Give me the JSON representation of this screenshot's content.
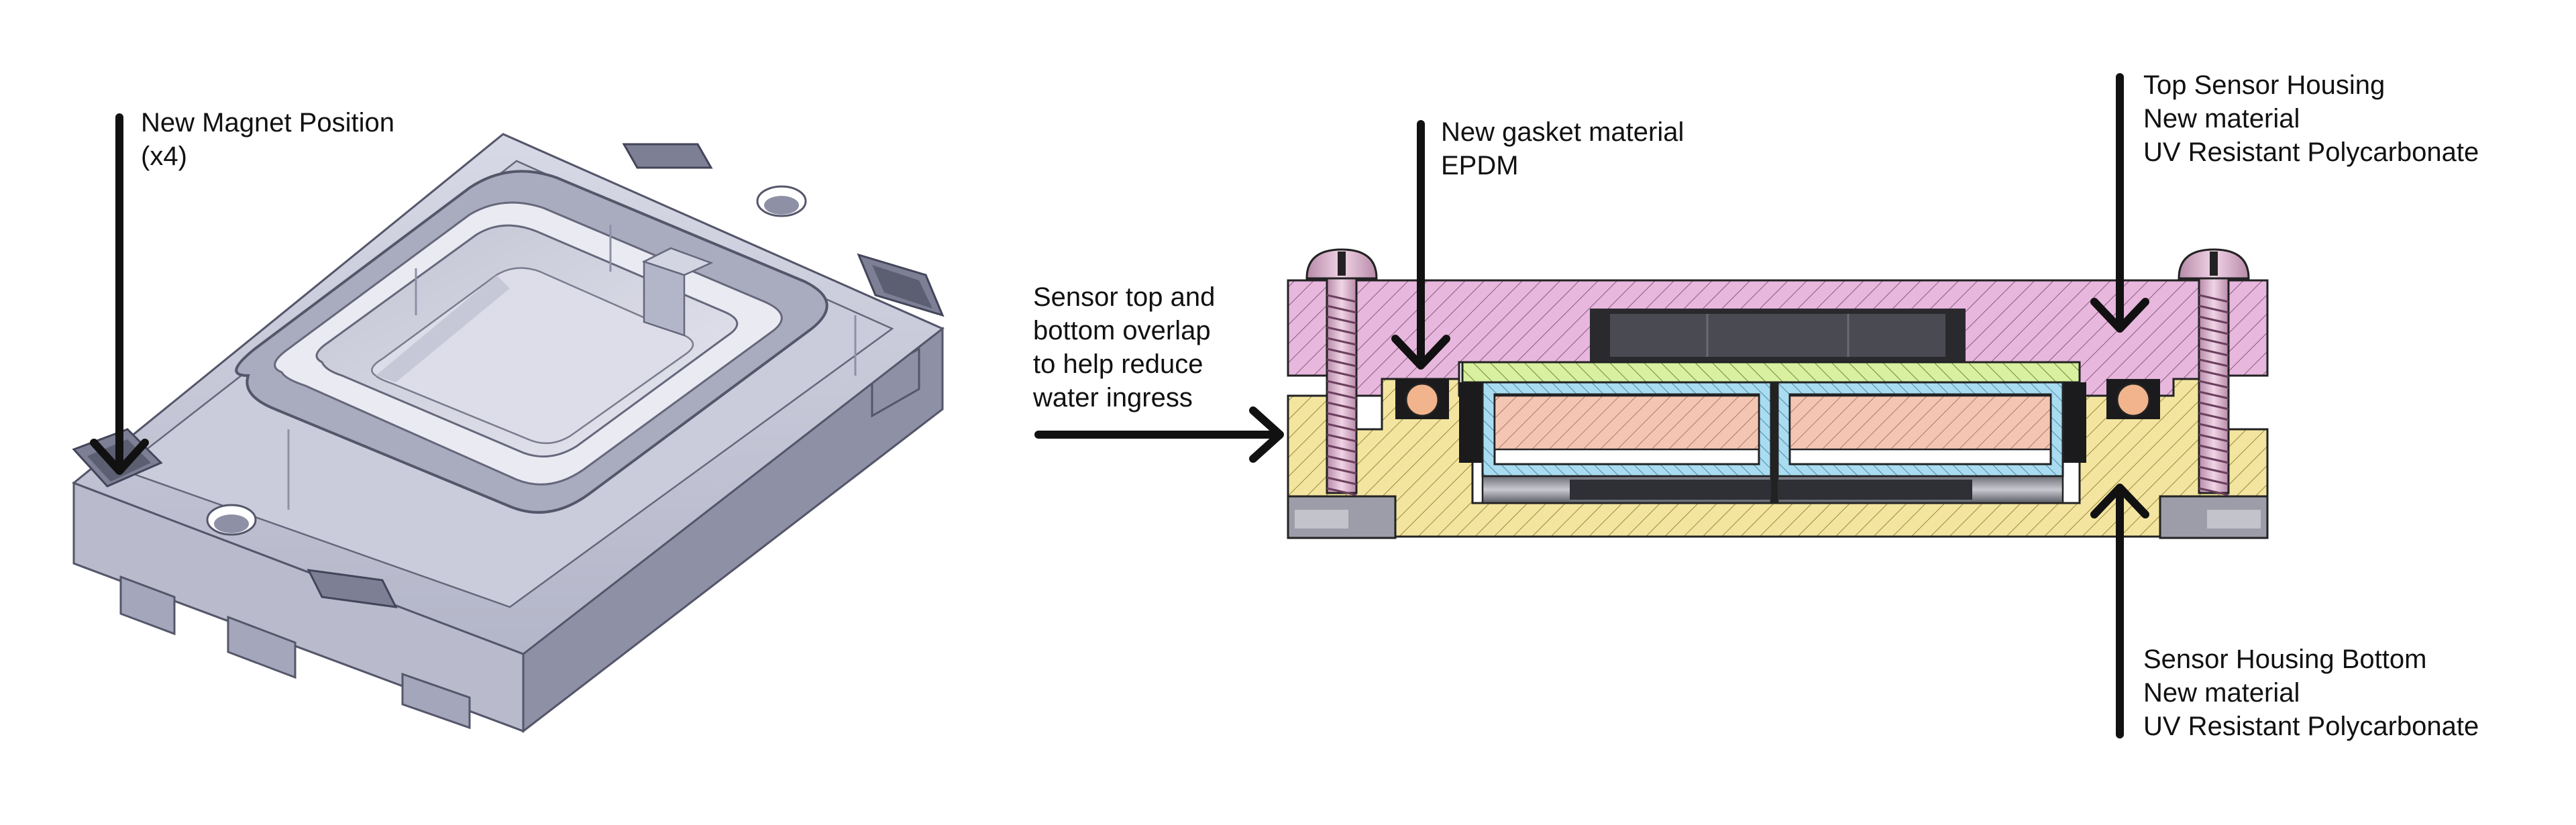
{
  "colors": {
    "part_fill": "#c9cad9",
    "part_light": "#e2e3ee",
    "part_dark": "#9a9cb2",
    "edge": "#55566a",
    "top_housing": "#e7b7dd",
    "bottom_housing": "#f3e5a0",
    "gasket_plate": "#d8f0a0",
    "sensor_cell": "#f3c6b4",
    "sensor_frame": "#a9dcf0",
    "o_ring": "#f2b48c",
    "arrow": "#111111"
  },
  "labels": {
    "magnet": [
      "New Magnet Position",
      "(x4)"
    ],
    "gasket": [
      "New gasket material",
      "EPDM"
    ],
    "overlap": [
      "Sensor top and",
      "bottom overlap",
      "to help reduce",
      "water ingress"
    ],
    "top_housing": [
      "Top Sensor Housing",
      "New material",
      "UV Resistant Polycarbonate"
    ],
    "bottom_housing": [
      "Sensor Housing Bottom",
      "New material",
      "UV Resistant Polycarbonate"
    ]
  }
}
